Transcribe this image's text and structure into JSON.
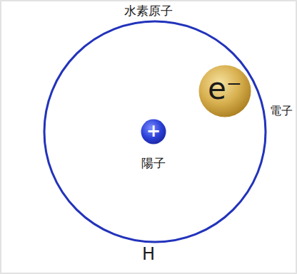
{
  "diagram": {
    "title": "水素原子",
    "nodes": [
      {
        "text": [
          "+",
          "陽子"
        ]
      },
      {
        "text": [
          "e⁻",
          "電子"
        ]
      }
    ],
    "labels": [
      "H"
    ]
  }
}
